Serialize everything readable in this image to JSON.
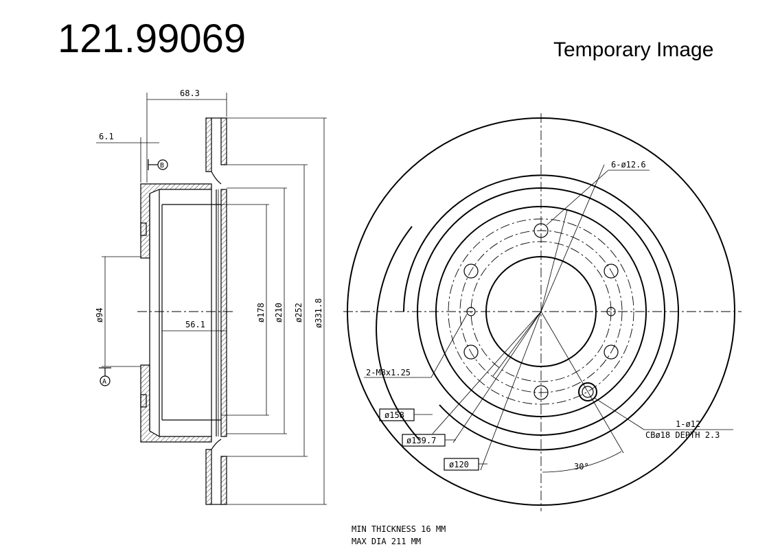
{
  "header": {
    "part_number": "121.99069",
    "image_status": "Temporary Image"
  },
  "side_view": {
    "dim_overall_width": "68.3",
    "dim_offset": "6.1",
    "dim_hat_depth": "56.1",
    "dim_center_bore": "ø94",
    "dim_hat_dia": "ø178",
    "dim_inner_dia": "ø210",
    "dim_vane_dia": "ø252",
    "dim_outer_dia": "ø331.8",
    "datum_b": "B",
    "datum_a": "A"
  },
  "face_view": {
    "bolt_holes": "6-ø12.6",
    "threaded_holes": "2-M8x1.25",
    "dia_158": "ø158",
    "dia_139": "ø139.7",
    "dia_120": "ø120",
    "locator_hole": "1-ø12",
    "counterbore": "CBø18 DEPTH 2.3",
    "angle": "30°"
  },
  "notes": {
    "min_thickness": "MIN THICKNESS 16 MM",
    "max_dia": "MAX DIA 211 MM"
  }
}
